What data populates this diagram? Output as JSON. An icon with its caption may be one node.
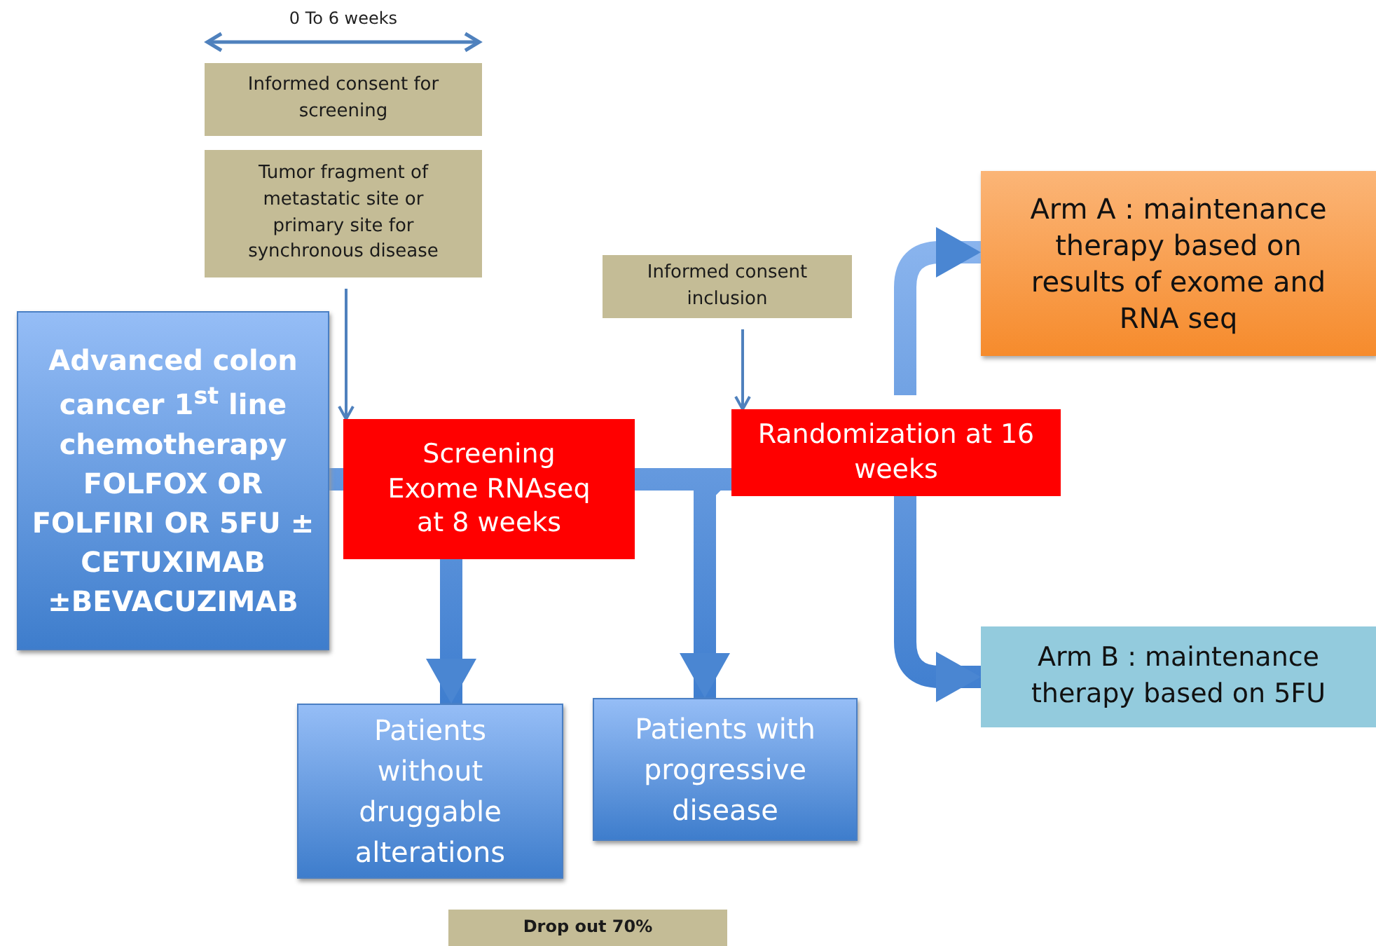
{
  "diagram": {
    "nodes": [
      {
        "text": [
          "Informed consent for screening"
        ]
      },
      {
        "text": [
          "Tumor fragment of metastatic site or primary site for synchronous disease"
        ]
      },
      {
        "text": [
          "Advanced colon cancer 1$^{st}$ line chemotherapy FOLFOX OR FOLFIRI OR 5FU ± CETUXIMAB ±BEVACUZIMAB"
        ]
      },
      {
        "text": [
          "Screening Exome RNAseq at 8 weeks"
        ]
      },
      {
        "text": [
          "Informed consent inclusion"
        ]
      },
      {
        "text": [
          "Randomization at 16 weeks"
        ]
      },
      {
        "text": [
          "Arm A : maintenance therapy based on results of exome and RNA seq"
        ]
      },
      {
        "text": [
          "Arm B : maintenance therapy based on 5FU"
        ]
      },
      {
        "text": [
          "Patients without druggable alterations"
        ]
      },
      {
        "text": [
          "Patients with progressive disease"
        ]
      },
      {
        "text": [
          "Drop out  70%"
        ]
      }
    ],
    "edges": [
      {
        "from": 1,
        "to": 3,
        "arrow": "to"
      },
      {
        "from": 2,
        "to": 3,
        "arrow": "none",
        "style": "thick"
      },
      {
        "from": 3,
        "to": 5,
        "arrow": "none",
        "style": "thick"
      },
      {
        "from": 4,
        "to": 5,
        "arrow": "to"
      },
      {
        "from": 3,
        "to": 8,
        "arrow": "to",
        "style": "thick"
      },
      {
        "from": 3,
        "to": 9,
        "arrow": "to",
        "style": "thick"
      },
      {
        "from": 5,
        "to": 6,
        "arrow": "to",
        "style": "thick"
      },
      {
        "from": 5,
        "to": 7,
        "arrow": "to",
        "style": "thick"
      }
    ],
    "labels": [
      "0 To 6 weeks"
    ]
  }
}
